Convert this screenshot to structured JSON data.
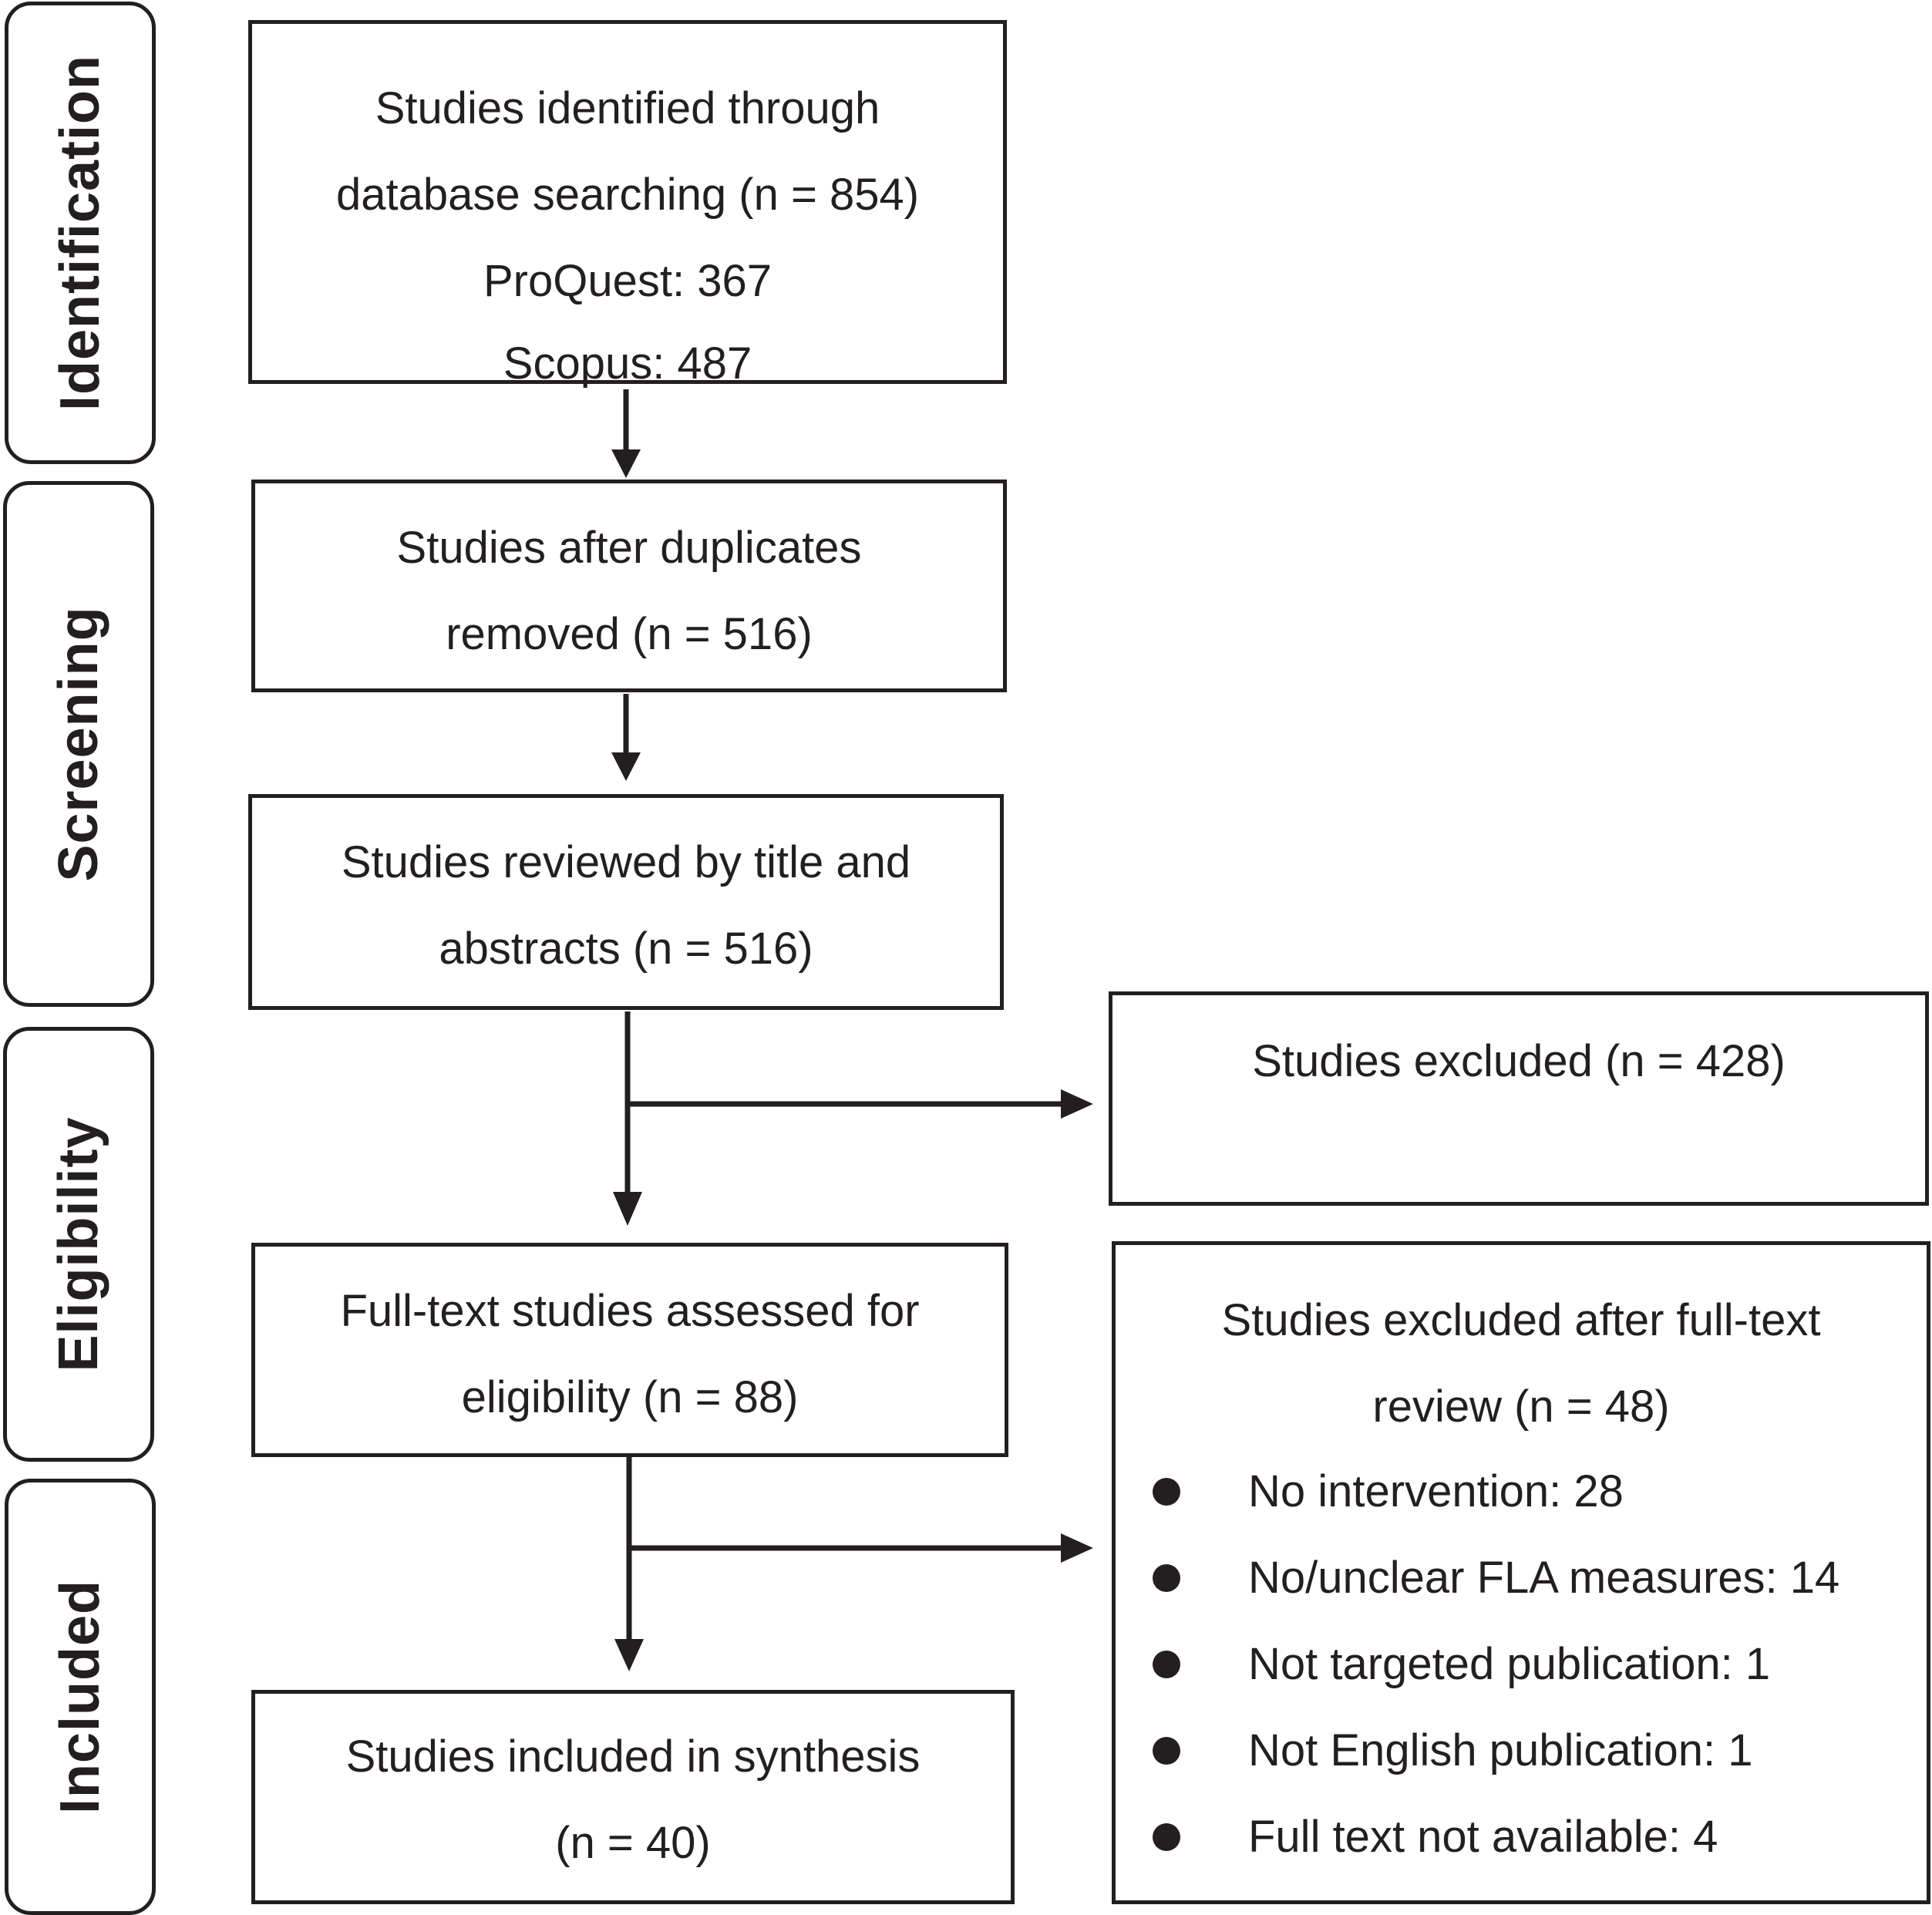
{
  "phases": {
    "identification": "Identification",
    "screening": "Screening",
    "eligibility": "Eligibility",
    "included": "Included"
  },
  "boxes": {
    "identified": {
      "lines": [
        "Studies identified through",
        "database searching (n = 854)",
        "ProQuest: 367",
        "Scopus: 487"
      ]
    },
    "duplicates": {
      "lines": [
        "Studies after duplicates",
        "removed (n = 516)"
      ]
    },
    "reviewed": {
      "lines": [
        "Studies reviewed by title and",
        "abstracts (n = 516)"
      ]
    },
    "excluded": {
      "lines": [
        "Studies excluded (n = 428)"
      ]
    },
    "fulltext": {
      "lines": [
        "Full-text studies assessed for",
        "eligibility (n = 88)"
      ]
    },
    "excluded_fulltext": {
      "lines": [
        "Studies excluded after full-text",
        "review (n = 48)"
      ],
      "reasons": [
        "No intervention: 28",
        "No/unclear FLA measures: 14",
        "Not targeted publication: 1",
        "Not English publication: 1",
        "Full text not available: 4"
      ]
    },
    "included": {
      "lines": [
        "Studies included in synthesis",
        "(n = 40)"
      ]
    }
  }
}
